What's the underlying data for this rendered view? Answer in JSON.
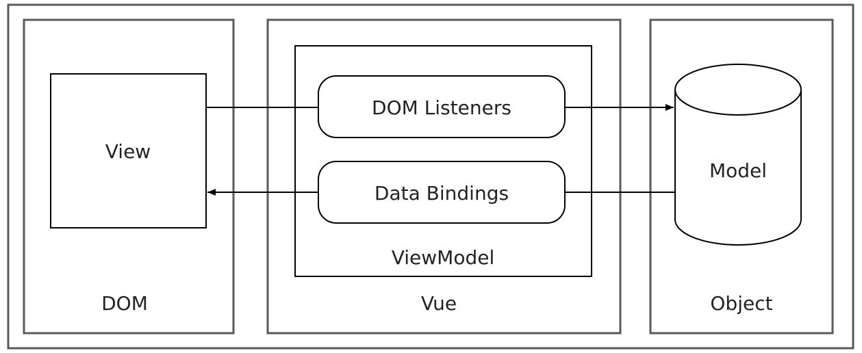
{
  "sections": {
    "dom": {
      "label": "DOM",
      "view_label": "View"
    },
    "vue": {
      "label": "Vue",
      "viewmodel_label": "ViewModel",
      "listeners_label": "DOM Listeners",
      "bindings_label": "Data Bindings"
    },
    "object": {
      "label": "Object",
      "model_label": "Model"
    }
  },
  "colors": {
    "frame": "#5a5a5a",
    "stroke": "#000000",
    "text": "#222222"
  }
}
